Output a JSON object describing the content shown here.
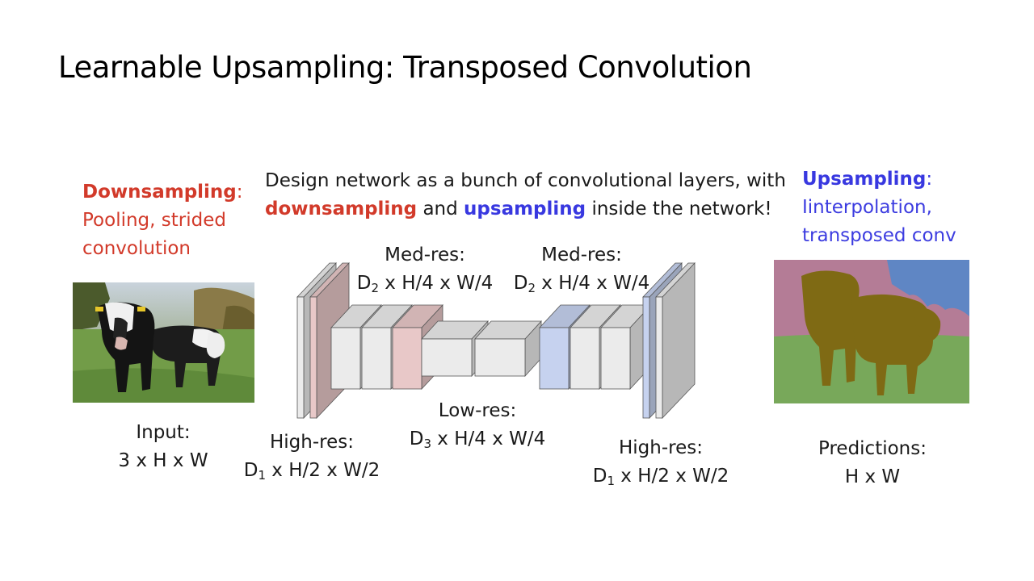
{
  "title": "Learnable Upsampling: Transposed Convolution",
  "intro": {
    "line1": "Design network as a bunch of convolutional layers, with",
    "down_word": "downsampling",
    "and_word": " and ",
    "up_word": "upsampling",
    "line2_tail": " inside the network!"
  },
  "downsampling": {
    "heading": "Downsampling",
    "colon": ":",
    "line1": "Pooling, strided",
    "line2": "convolution"
  },
  "upsampling": {
    "heading": "Upsampling",
    "colon": ":",
    "line1": "Iinterpolation,",
    "line2": "transposed conv"
  },
  "input": {
    "line1": "Input:",
    "line2": "3 x H x W"
  },
  "predictions": {
    "line1": "Predictions:",
    "line2": "H x W"
  },
  "labels": {
    "med_res_left": {
      "line1": "Med-res:",
      "d": "D",
      "sub": "2",
      "dims": " x H/4 x W/4"
    },
    "med_res_right": {
      "line1": "Med-res:",
      "d": "D",
      "sub": "2",
      "dims": " x H/4 x W/4"
    },
    "low_res": {
      "line1": "Low-res:",
      "d": "D",
      "sub": "3",
      "dims": " x H/4 x W/4"
    },
    "high_res_left": {
      "line1": "High-res:",
      "d": "D",
      "sub": "1",
      "dims": " x H/2 x W/2"
    },
    "high_res_right": {
      "line1": "High-res:",
      "d": "D",
      "sub": "1",
      "dims": " x H/2 x W/2"
    }
  },
  "colors": {
    "downsampling": "#d23a2a",
    "upsampling": "#3838e0",
    "gray_block": "#ebebeb",
    "pink_block": "#e8c8c8",
    "blue_block": "#c6d2ef",
    "seg_pink": "#b47c96",
    "seg_blue": "#5f86c4",
    "seg_green": "#78a85a",
    "seg_cow": "#7f6a14"
  }
}
